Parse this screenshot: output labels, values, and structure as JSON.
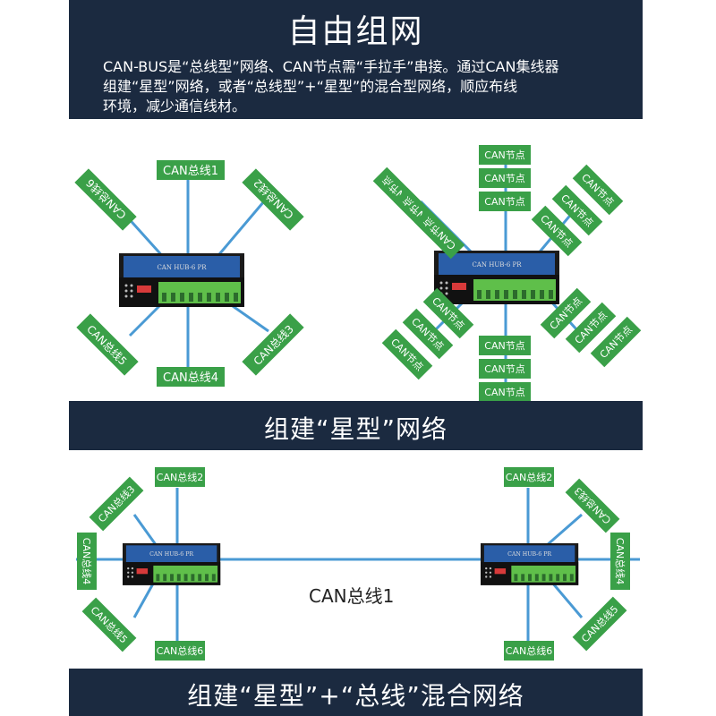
{
  "header": {
    "title": "自由组网",
    "description_line1": "CAN-BUS是“总线型”网络、CAN节点需“手拉手”串接。通过CAN集线器",
    "description_line2": "组建“星型”网络，或者“总线型”+“星型”的混合型网络，顺应布线",
    "description_line3": "环境，减少通信线材。"
  },
  "section_titles": {
    "star": "组建“星型”网络",
    "hybrid": "组建“星型”+“总线”混合网络"
  },
  "hub": {
    "model": "CAN HUB-6 PR",
    "model_short": "CAN HUB-6 PR"
  },
  "star_labels": {
    "bus1": "CAN总线1",
    "bus2": "CAN总线2",
    "bus3": "CAN总线3",
    "bus4": "CAN总线4",
    "bus5": "CAN总线5",
    "bus6": "CAN总线6"
  },
  "node_label": "CAN节点",
  "hybrid_labels": {
    "bus1": "CAN总线1",
    "bus2": "CAN总线2",
    "bus3": "CAN总线3",
    "bus4": "CAN总线4",
    "bus5": "CAN总线5",
    "bus6": "CAN总线6"
  },
  "colors": {
    "band": "#1b2a40",
    "node_green": "#3aa048",
    "wire_blue": "#4a9ad4",
    "hub_blue": "#2a5ea8",
    "terminal_green": "#5fbf4a"
  }
}
